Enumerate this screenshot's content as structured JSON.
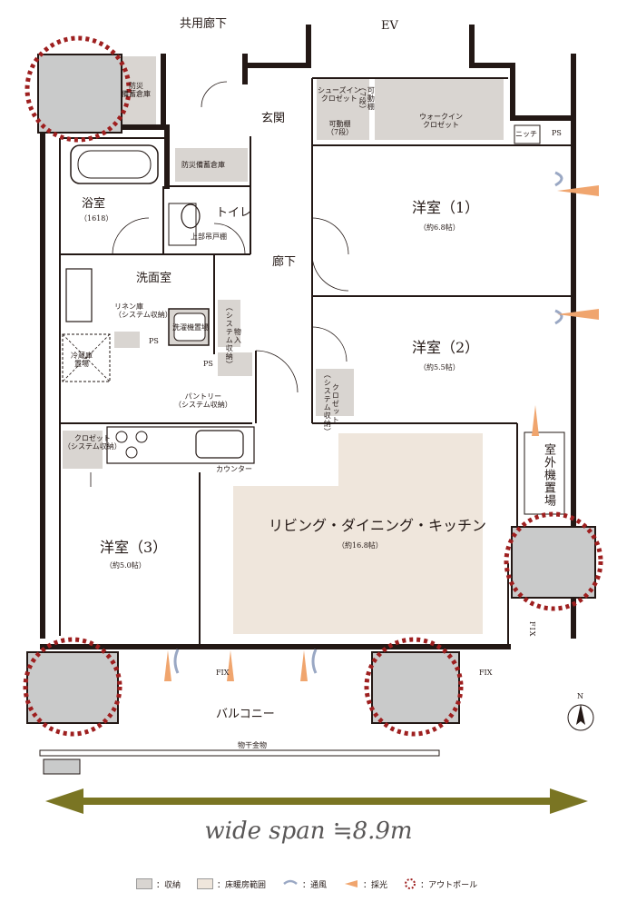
{
  "labels": {
    "corridor": "共用廊下",
    "ev": "EV",
    "storage_top_left": "防災\n備蓄倉庫",
    "storage_mid": "防災備蓄倉庫",
    "entrance": "玄関",
    "shoes_closet": "シューズイン\nクロゼット",
    "movable_shelf_a": "可動棚\n（7段）",
    "movable_shelf_b": "可動棚\n（7段）",
    "walkin_closet": "ウォークイン\nクロゼット",
    "niche": "ニッチ",
    "ps_top": "PS",
    "bath": "浴室",
    "bath_size": "（1618）",
    "toilet": "トイレ",
    "upper_cabinet": "上部吊戸棚",
    "hall": "廊下",
    "room1": "洋室（1）",
    "room1_size": "（約6.8帖）",
    "room2": "洋室（2）",
    "room2_size": "（約5.5帖）",
    "room3": "洋室（3）",
    "room3_size": "（約5.0帖）",
    "washroom": "洗面室",
    "linen": "リネン庫\n（システム収納）",
    "washer": "洗濯機置場",
    "ps_wash": "PS",
    "ps_kitchen": "PS",
    "storage_small": "物入\n（システム収納）",
    "fridge": "冷蔵庫\n置場",
    "pantry": "パントリー\n（システム収納）",
    "closet3": "クロゼット\n（システム収納）",
    "closet2": "クロゼット\n（システム収納）",
    "counter": "カウンター",
    "ldk": "リビング・ダイニング・キッチン",
    "ldk_size": "（約16.8帖）",
    "outdoor_unit": "室外機置場",
    "fix_a": "FIX",
    "fix_b": "FIX",
    "fix_c": "FIX",
    "balcony": "バルコニー",
    "laundry_pole": "物干金物",
    "north": "N"
  },
  "span": "wide span ≒8.9m",
  "legend": [
    {
      "kind": "storage",
      "label": "：収納"
    },
    {
      "kind": "floorheat",
      "label": "：床暖房範囲"
    },
    {
      "kind": "ventilation",
      "label": "：通風"
    },
    {
      "kind": "daylight",
      "label": "：採光"
    },
    {
      "kind": "outpole",
      "label": "：アウトポール"
    }
  ],
  "colors": {
    "wall": "#231815",
    "pillar": "#c9caca",
    "storage": "#d9d5d1",
    "floorheat": "#efe6dc",
    "pole_ring": "#9e1f1f",
    "arrow": "#7a7523",
    "wind": "#9aa8c4",
    "sun": "#f0a56e"
  }
}
